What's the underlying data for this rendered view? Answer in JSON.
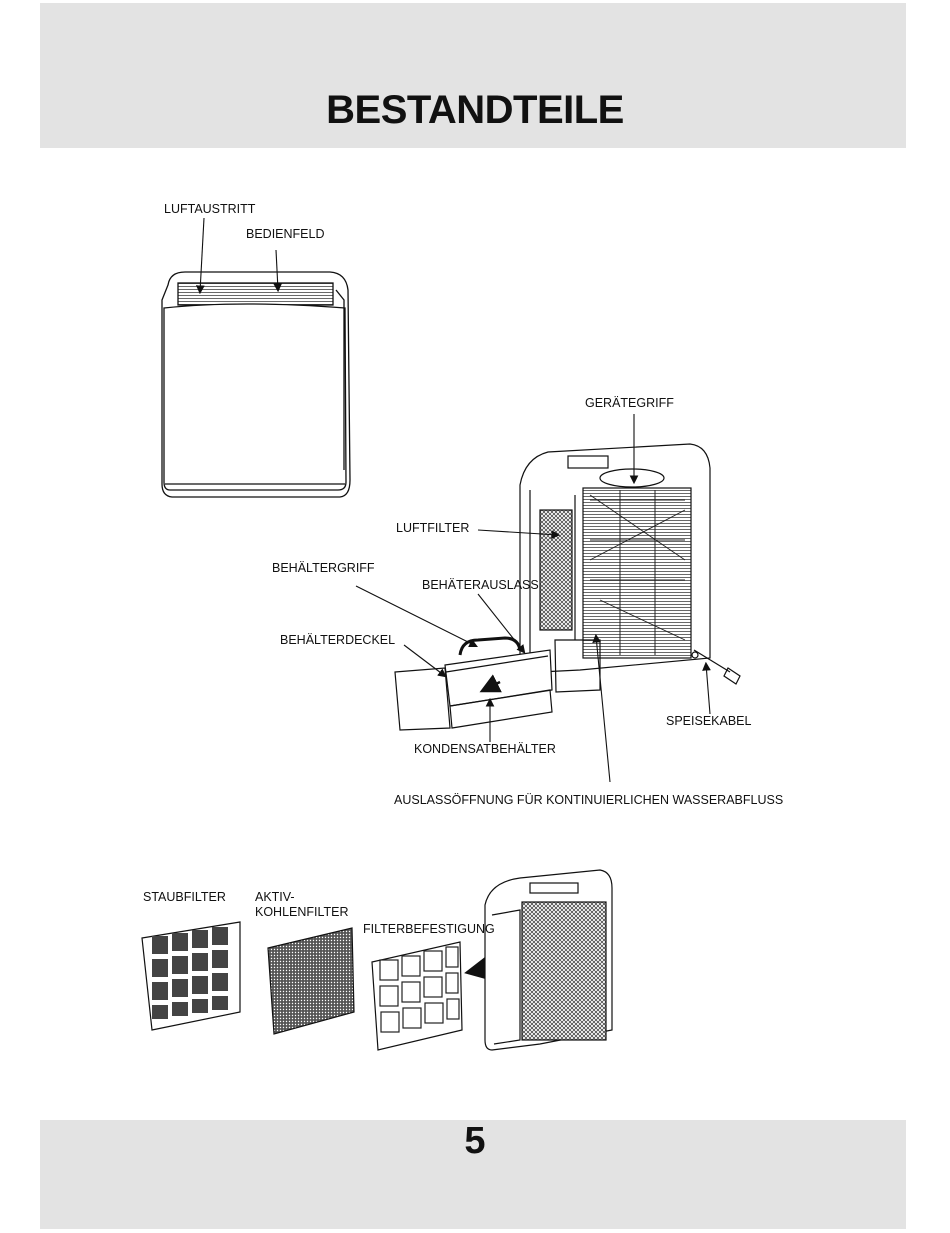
{
  "header": {
    "title": "BESTANDTEILE"
  },
  "labels": {
    "luftaustritt": "LUFTAUSTRITT",
    "bedienfeld": "BEDIENFELD",
    "geraetegriff": "GERÄTEGRIFF",
    "luftfilter": "LUFTFILTER",
    "behaeltergriff": "BEHÄLTERGRIFF",
    "behaeterauslass": "BEHÄTERAUSLASS",
    "behaelterdeckel": "BEHÄLTERDECKEL",
    "kondensatbehaelter": "KONDENSATBEHÄLTER",
    "speisekabel": "SPEISEKABEL",
    "auslassoeffnung": "AUSLASSÖFFNUNG FÜR KONTINUIERLICHEN WASSERABFLUSS",
    "staubfilter": "STAUBFILTER",
    "aktiv": "AKTIV-",
    "kohlenfilter": "KOHLENFILTER",
    "filterbefestigung": "FILTERBEFESTIGUNG"
  },
  "footer": {
    "page_number": "5"
  }
}
